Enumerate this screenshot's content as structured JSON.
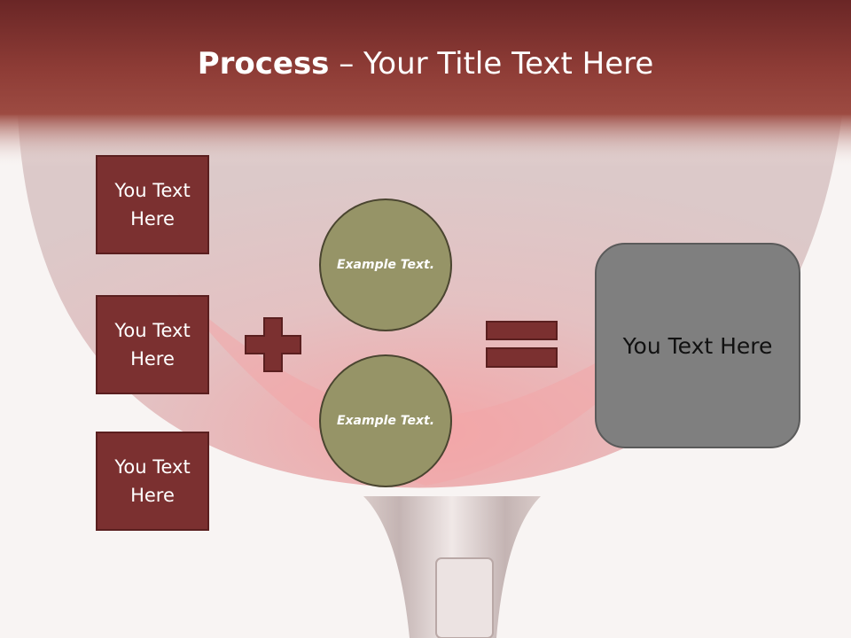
{
  "slide": {
    "title_bold": "Process",
    "title_rest": " – Your Title Text Here",
    "boxes": [
      {
        "label": "You Text Here"
      },
      {
        "label": "You Text Here"
      },
      {
        "label": "You Text Here"
      }
    ],
    "circles": [
      {
        "label": "Example Text."
      },
      {
        "label": "Example Text."
      }
    ],
    "result": {
      "label": "You Text Here"
    },
    "operators": {
      "plus": "plus",
      "equals": "equals"
    }
  },
  "colors": {
    "header": "#7a2d2a",
    "box_fill": "#7b3030",
    "circle_fill": "#969467",
    "result_fill": "#7f7f7f",
    "operator_fill": "#7b3030"
  }
}
